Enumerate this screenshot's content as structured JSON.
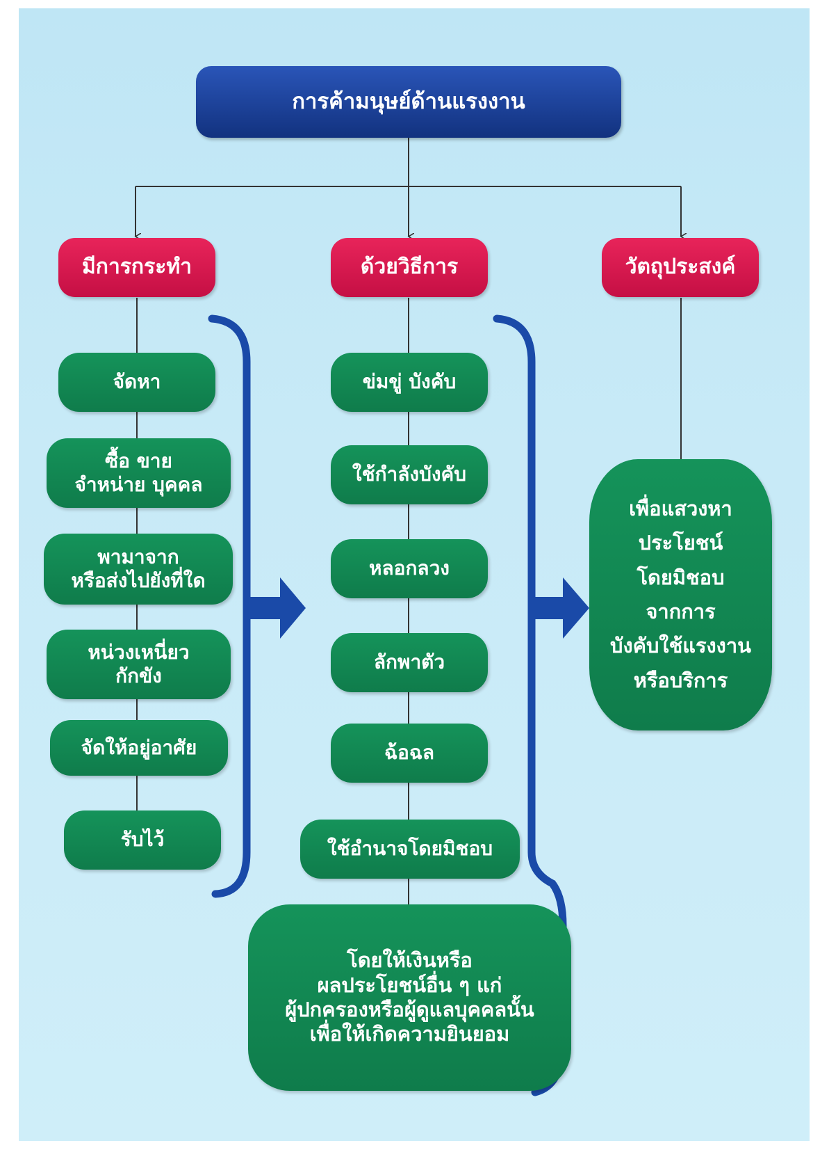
{
  "diagram": {
    "title": "การค้ามนุษย์ด้านแรงงาน",
    "headings": {
      "action": "มีการกระทำ",
      "means": "ด้วยวิธีการ",
      "purpose": "วัตถุประสงค์"
    },
    "actions": [
      "จัดหา",
      "ซื้อ ขาย\nจำหน่าย บุคคล",
      "พามาจาก\nหรือส่งไปยังที่ใด",
      "หน่วงเหนี่ยว\nกักขัง",
      "จัดให้อยู่อาศัย",
      "รับไว้"
    ],
    "means": [
      "ข่มขู่ บังคับ",
      "ใช้กำลังบังคับ",
      "หลอกลวง",
      "ลักพาตัว",
      "ฉ้อฉล",
      "ใช้อำนาจโดยมิชอบ",
      "โดยให้เงินหรือ\nผลประโยชน์อื่น ๆ แก่\nผู้ปกครองหรือผู้ดูแลบุคคลนั้น\nเพื่อให้เกิดความยินยอม"
    ],
    "purpose": "เพื่อแสวงหา\nประโยชน์\nโดยมิชอบ\nจากการ\nบังคับใช้แรงงาน\nหรือบริการ"
  },
  "colors": {
    "background": "#c8eaf7",
    "title_box": "#1a3f96",
    "heading_box": "#d81a50",
    "item_box": "#12885a",
    "bracket_arrow": "#1a4aa8",
    "connector": "#333333"
  }
}
